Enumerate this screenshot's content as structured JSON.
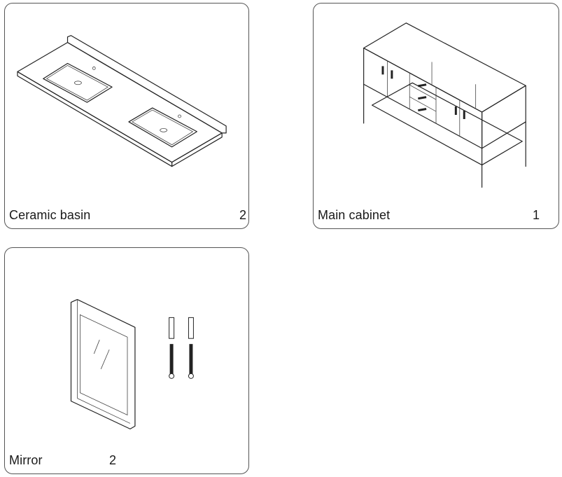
{
  "parts": [
    {
      "name": "Ceramic basin",
      "quantity": "2",
      "illustration": "double-sink-countertop"
    },
    {
      "name": "Main cabinet",
      "quantity": "1",
      "illustration": "vanity-cabinet"
    },
    {
      "name": "Mirror",
      "quantity": "2",
      "illustration": "framed-mirror-with-anchors-and-screws"
    }
  ]
}
